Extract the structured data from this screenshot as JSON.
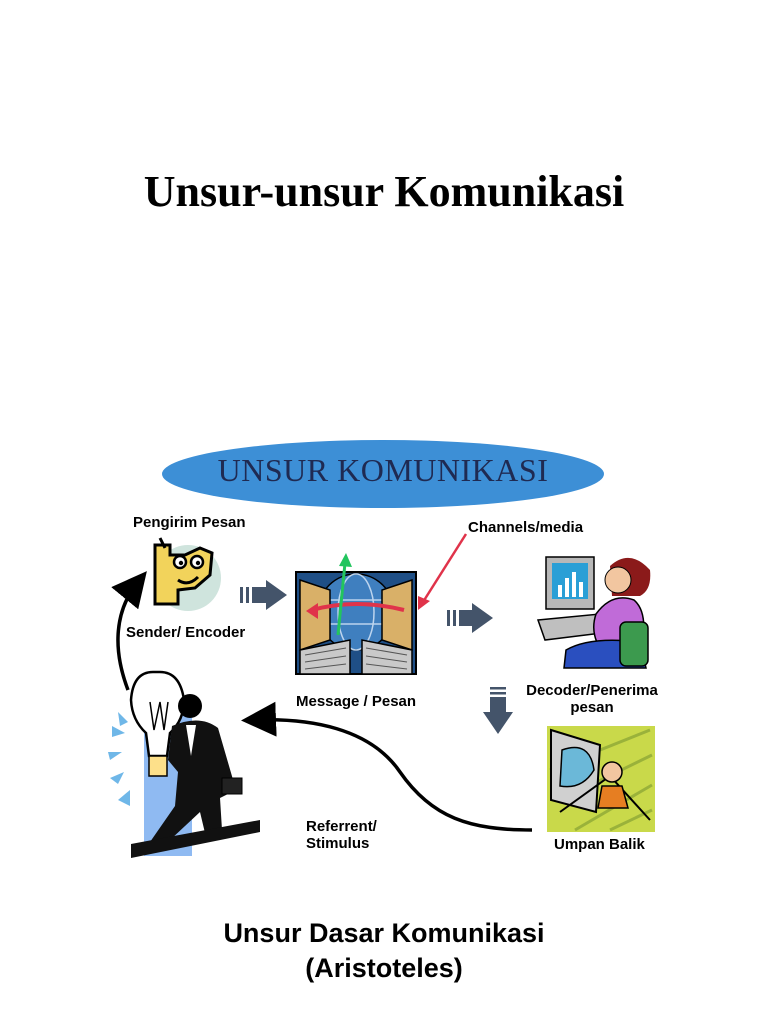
{
  "title": "Unsur-unsur Komunikasi",
  "diagram": {
    "header": "UNSUR KOMUNIKASI",
    "labels": {
      "pengirim": "Pengirim Pesan",
      "sender": "Sender/ Encoder",
      "channels": "Channels/media",
      "message": "Message / Pesan",
      "decoder_line1": "Decoder/Penerima",
      "decoder_line2": "pesan",
      "referrent_line1": "Referrent/",
      "referrent_line2": "Stimulus",
      "umpan": "Umpan Balik"
    }
  },
  "footer": {
    "line1": "Unsur Dasar Komunikasi",
    "line2": "(Aristoteles)"
  },
  "colors": {
    "oval": "#3d8fd6",
    "arrow": "#44546a",
    "red": "#e0334a",
    "green": "#22c55e"
  },
  "icons": [
    "sender-face-icon",
    "computers-globe-icon",
    "receiver-woman-icon",
    "feedback-monitor-icon",
    "referrent-businessman-icon"
  ]
}
